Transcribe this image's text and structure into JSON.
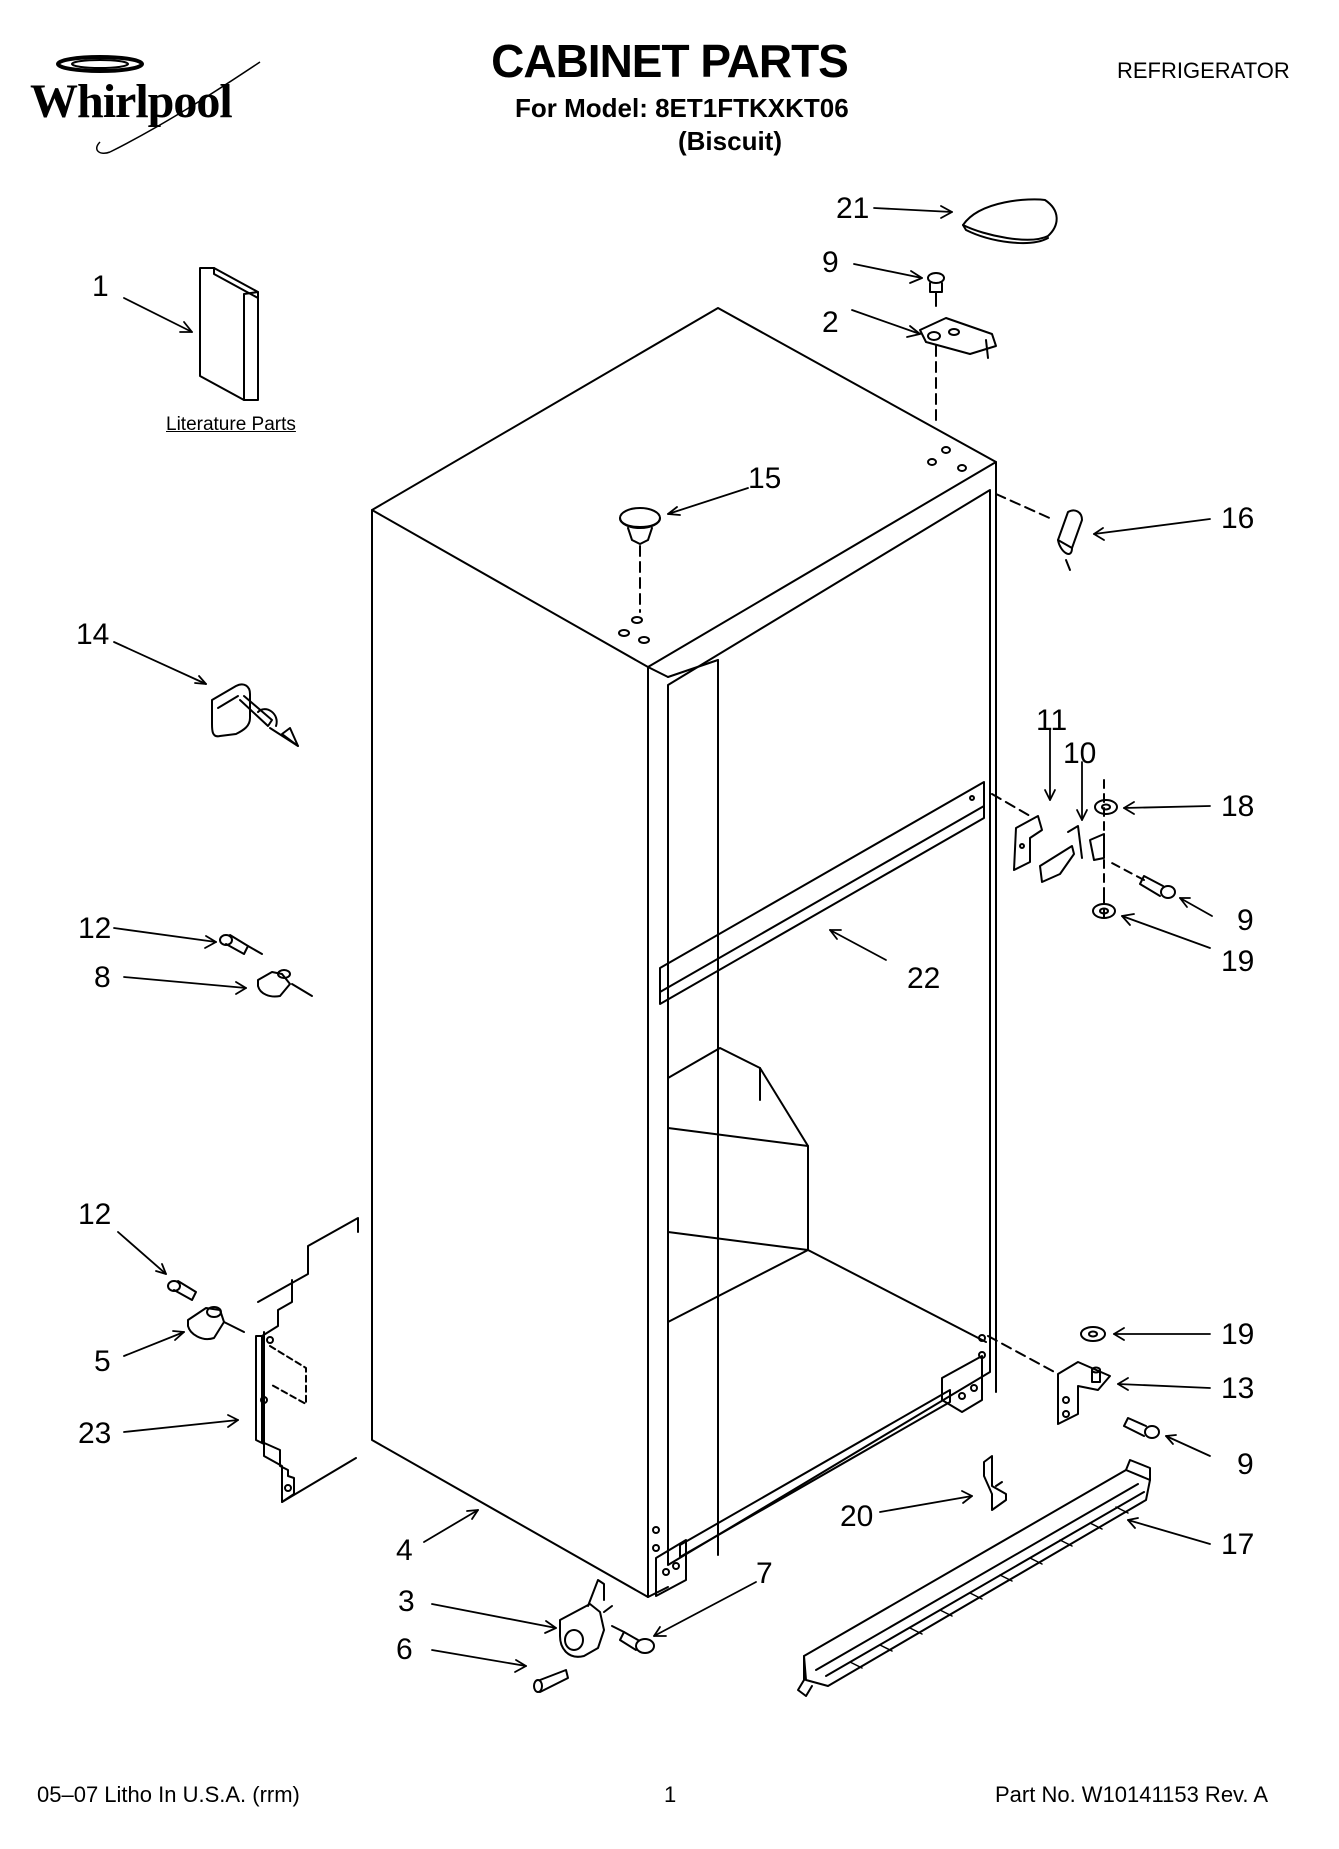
{
  "header": {
    "brand": "Whirlpool",
    "title": "CABINET PARTS",
    "model_line": "For Model: 8ET1FTKXKT06",
    "color": "(Biscuit)",
    "category": "REFRIGERATOR"
  },
  "diagram": {
    "literature_label": "Literature Parts",
    "callouts": {
      "c1": "1",
      "c2": "2",
      "c3": "3",
      "c4": "4",
      "c5": "5",
      "c6": "6",
      "c7": "7",
      "c8": "8",
      "c9a": "9",
      "c9b": "9",
      "c9c": "9",
      "c10": "10",
      "c11": "11",
      "c12a": "12",
      "c12b": "12",
      "c13": "13",
      "c14": "14",
      "c15": "15",
      "c16": "16",
      "c17": "17",
      "c18": "18",
      "c19a": "19",
      "c19b": "19",
      "c20": "20",
      "c21": "21",
      "c22": "22",
      "c23": "23"
    }
  },
  "footer": {
    "print_info": "05–07 Litho In U.S.A. (rrm)",
    "page_number": "1",
    "part_number": "Part No. W10141153 Rev. A"
  }
}
